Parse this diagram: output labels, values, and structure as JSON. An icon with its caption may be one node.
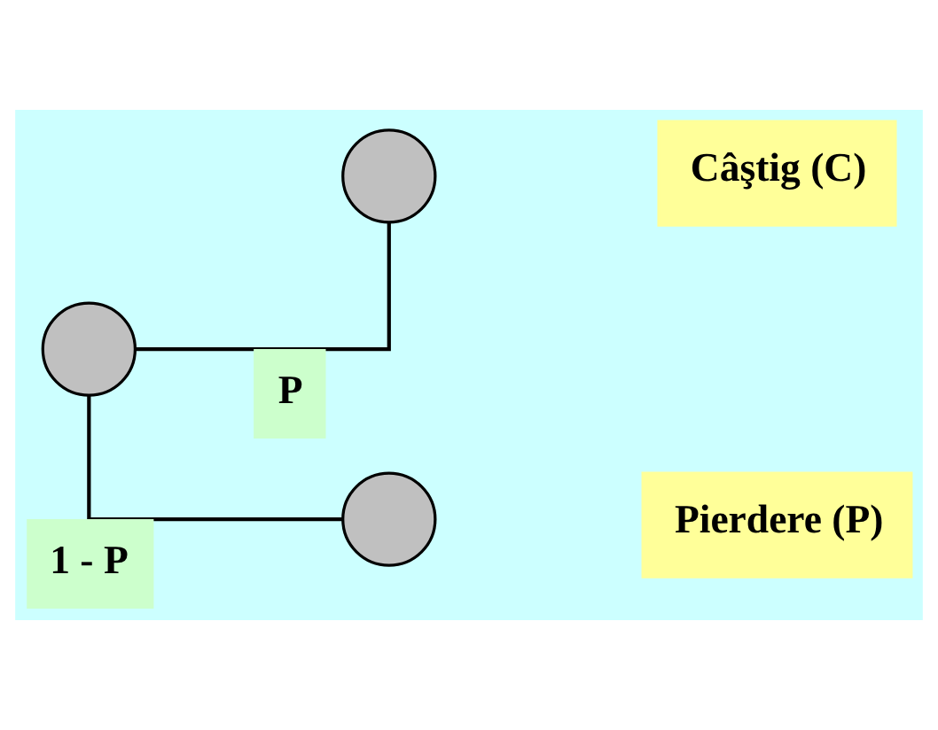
{
  "diagram": {
    "nodes": [
      {
        "text": [],
        "shape": "circle"
      },
      {
        "text": [],
        "shape": "circle"
      },
      {
        "text": [],
        "shape": "circle"
      },
      {
        "text": [
          "Câştig (C)"
        ]
      },
      {
        "text": [
          "Pierdere (P)"
        ]
      }
    ],
    "edges": [
      {
        "from": 0,
        "to": 1,
        "arrow": "none",
        "label": "P"
      },
      {
        "from": 0,
        "to": 2,
        "arrow": "none",
        "label": "1 - P"
      }
    ]
  }
}
